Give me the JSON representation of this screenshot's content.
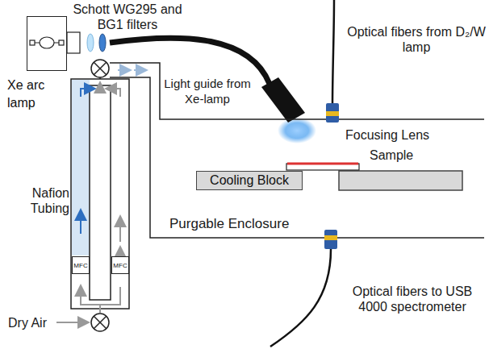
{
  "diagram": {
    "nodes": [
      {
        "text": [
          "Xe arc lamp"
        ]
      },
      {
        "text": [
          "Cooling Block"
        ]
      },
      {
        "text": [
          "MFC"
        ]
      },
      {
        "text": [
          "MFC"
        ]
      }
    ],
    "labels": [
      "Schott WG295 and BG1 filters",
      "Light guide from Xe-lamp",
      "Optical fibers from D₂/W lamp",
      "Focusing Lens",
      "Sample",
      "Purgable Enclosure",
      "Nafion Tubing",
      "Dry Air",
      "Optical fibers to USB 4000 spectrometer"
    ]
  }
}
